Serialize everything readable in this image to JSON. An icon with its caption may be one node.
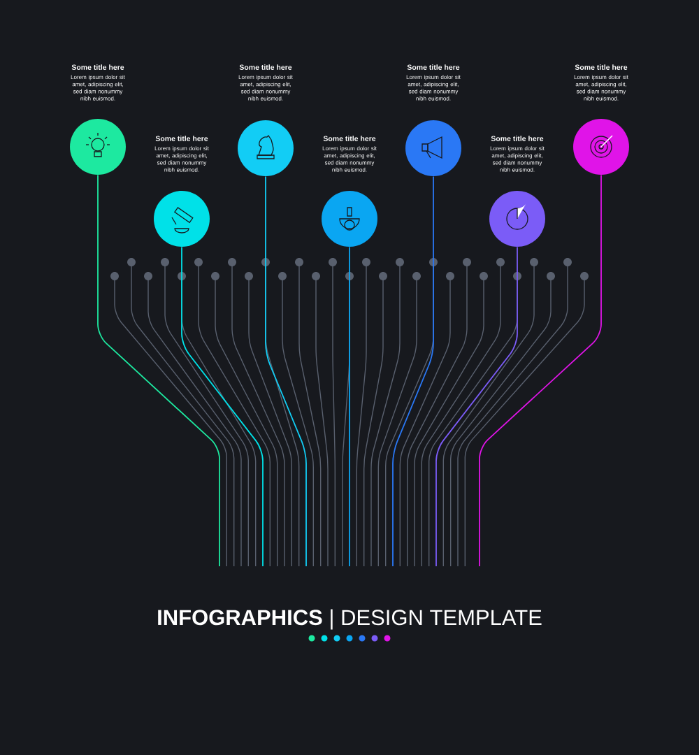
{
  "diagram": {
    "title": "**INFOGRAPHICS** | DESIGN TEMPLATE",
    "nodes": [
      {
        "text": [
          "Some title here",
          "Lorem ipsum dolor sit amet, adipiscing elit, sed diam nonummy nibh euismod."
        ]
      },
      {
        "text": [
          "Some title here",
          "Lorem ipsum dolor sit amet, adipiscing elit, sed diam nonummy nibh euismod."
        ]
      },
      {
        "text": [
          "Some title here",
          "Lorem ipsum dolor sit amet, adipiscing elit, sed diam nonummy nibh euismod."
        ]
      },
      {
        "text": [
          "Some title here",
          "Lorem ipsum dolor sit amet, adipiscing elit, sed diam nonummy nibh euismod."
        ]
      },
      {
        "text": [
          "Some title here",
          "Lorem ipsum dolor sit amet, adipiscing elit, sed diam nonummy nibh euismod."
        ]
      },
      {
        "text": [
          "Some title here",
          "Lorem ipsum dolor sit amet, adipiscing elit, sed diam nonummy nibh euismod."
        ]
      },
      {
        "text": [
          "Some title here",
          "Lorem ipsum dolor sit amet, adipiscing elit, sed diam nonummy nibh euismod."
        ]
      }
    ],
    "edges": [
      {
        "from": 0,
        "to": null,
        "arrow": "none",
        "color": "#1de9a0"
      },
      {
        "from": 1,
        "to": null,
        "arrow": "none",
        "color": "#00e1e8"
      },
      {
        "from": 2,
        "to": null,
        "arrow": "none",
        "color": "#12cdf5"
      },
      {
        "from": 3,
        "to": null,
        "arrow": "none",
        "color": "#0aa6f2"
      },
      {
        "from": 4,
        "to": null,
        "arrow": "none",
        "color": "#2a78f5"
      },
      {
        "from": 5,
        "to": null,
        "arrow": "none",
        "color": "#7b5cf7"
      },
      {
        "from": 6,
        "to": null,
        "arrow": "none",
        "color": "#e014e8"
      }
    ]
  }
}
